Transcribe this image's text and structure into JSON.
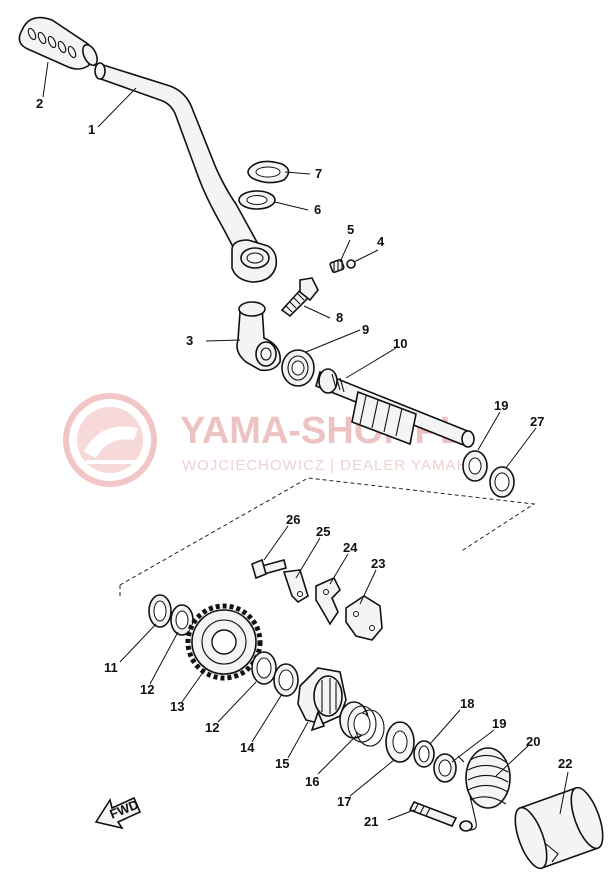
{
  "watermark": {
    "brand": "YAMA-SHOP.PL",
    "tagline": "WOJCIECHOWICZ | DEALER YAMAHA"
  },
  "fwd_label": "FWD",
  "callouts": {
    "c1": "1",
    "c2": "2",
    "c3": "3",
    "c4": "4",
    "c5": "5",
    "c6": "6",
    "c7": "7",
    "c8": "8",
    "c9": "9",
    "c10": "10",
    "c11": "11",
    "c12a": "12",
    "c12b": "12",
    "c13": "13",
    "c14": "14",
    "c15": "15",
    "c16": "16",
    "c17": "17",
    "c18": "18",
    "c19a": "19",
    "c19b": "19",
    "c20": "20",
    "c21": "21",
    "c22": "22",
    "c23": "23",
    "c24": "24",
    "c25": "25",
    "c26": "26",
    "c27": "27"
  }
}
